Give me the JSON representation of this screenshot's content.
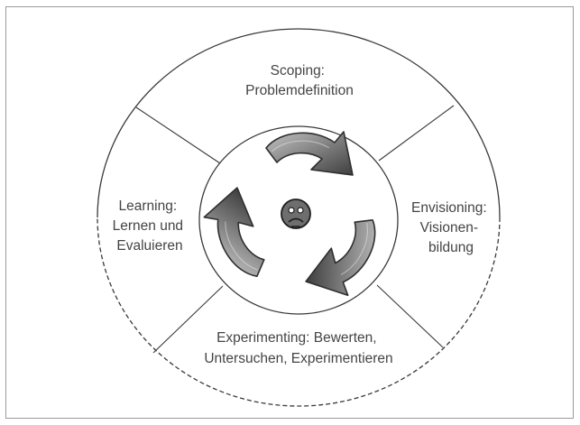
{
  "segments": [
    {
      "id": "scoping",
      "lines": [
        "Scoping:",
        "Problemdefinition"
      ]
    },
    {
      "id": "envisioning",
      "lines": [
        "Envisioning:",
        "Visionen-",
        "bildung"
      ]
    },
    {
      "id": "experimenting",
      "lines": [
        "Experimenting: Bewerten,",
        "Untersuchen, Experimentieren"
      ]
    },
    {
      "id": "learning",
      "lines": [
        "Learning:",
        "Lernen und",
        "Evaluieren"
      ]
    }
  ],
  "center_icon": "recycle-arrows-with-sad-face-icon",
  "colors": {
    "line": "#3a3a3a",
    "text": "#444444",
    "arrow_dark": "#555555",
    "arrow_light": "#b8b8b8"
  }
}
